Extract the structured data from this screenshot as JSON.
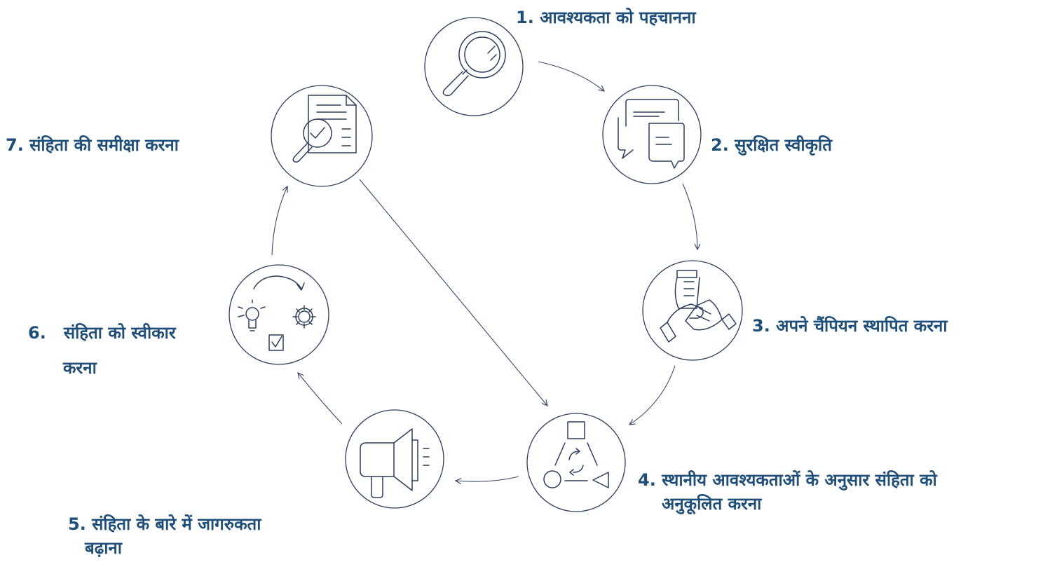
{
  "diagram": {
    "colors": {
      "label": "#1f4e79",
      "stroke": "#2c3e5c",
      "background": "#ffffff"
    },
    "steps": [
      {
        "id": "step-1",
        "icon": "magnifier-icon",
        "lines": [
          "1. आवश्यकता को पहचानना"
        ]
      },
      {
        "id": "step-2",
        "icon": "chat-bubbles-icon",
        "lines": [
          "2. सुरक्षित स्वीकृति"
        ]
      },
      {
        "id": "step-3",
        "icon": "stacked-hands-icon",
        "lines": [
          "3. अपने चैंपियन स्थापित करना"
        ]
      },
      {
        "id": "step-4",
        "icon": "shapes-adapt-icon",
        "lines": [
          "4. स्थानीय आवश्यकताओं के अनुसार संहिता को",
          "अनुकूलित करना"
        ]
      },
      {
        "id": "step-5",
        "icon": "megaphone-icon",
        "lines": [
          "5. संहिता के बारे में जागरुकता",
          "बढ़ाना"
        ]
      },
      {
        "id": "step-6",
        "icon": "idea-to-gear-icon",
        "lines": [
          "6.   संहिता को स्वीकार",
          "करना"
        ]
      },
      {
        "id": "step-7",
        "icon": "document-review-icon",
        "lines": [
          "7. संहिता की समीक्षा करना"
        ]
      }
    ]
  }
}
